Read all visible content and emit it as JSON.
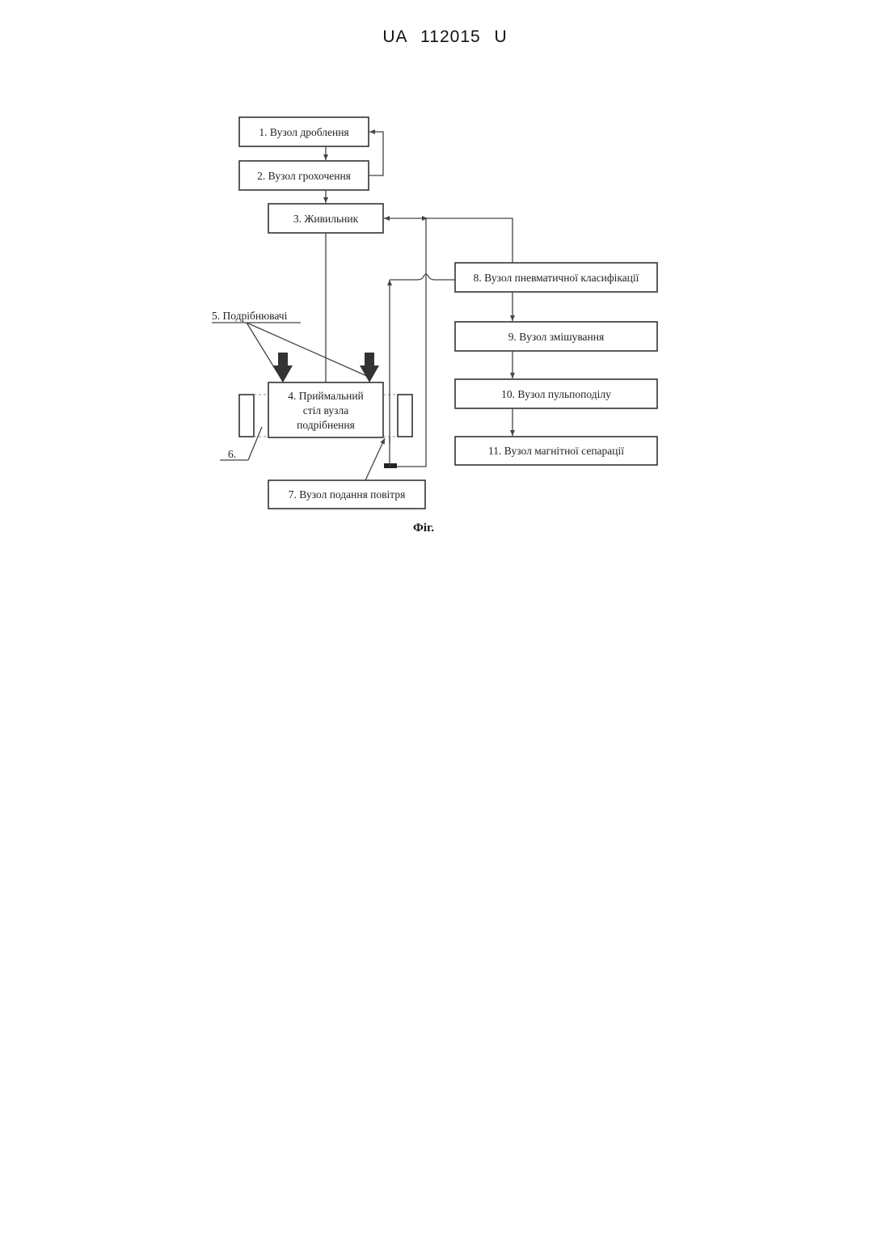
{
  "header": {
    "doc_id": "UA 112015 U"
  },
  "diagram": {
    "nodes": {
      "crushing": "1. Вузол дроблення",
      "screening": "2. Вузол грохочення",
      "feeder": "3. Живильник",
      "table_line1": "4. Приймальний",
      "table_line2": "стіл вузла",
      "table_line3": "подрібнення",
      "grinders": "5. Подрібнювачі",
      "ref6": "6.",
      "air_supply": "7. Вузол подання повітря",
      "pneumatic": "8. Вузол пневматичної класифікації",
      "mixing": "9. Вузол змішування",
      "pulp": "10. Вузол пульпоподілу",
      "magnetic": "11. Вузол магнітної сепарації"
    },
    "caption": "Фіг."
  }
}
